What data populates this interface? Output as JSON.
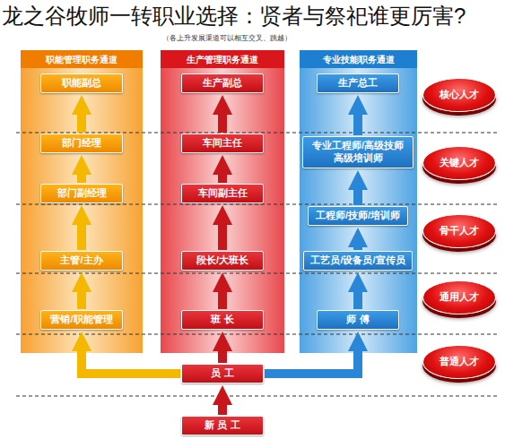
{
  "diagram": {
    "title": "龙之谷牧师一转职业选择：贤者与祭祀谁更厉害?",
    "nodes": [
      {
        "text": [
          "职能管理职务通道"
        ]
      },
      {
        "text": [
          "职能副总"
        ],
        "in": 0
      },
      {
        "text": [
          "部门经理"
        ],
        "in": 0
      },
      {
        "text": [
          "部门副经理"
        ],
        "in": 0
      },
      {
        "text": [
          "主管/主办"
        ],
        "in": 0
      },
      {
        "text": [
          "营销/职能管理"
        ],
        "in": 0
      },
      {
        "text": [
          "生产管理职务通道"
        ]
      },
      {
        "text": [
          "生产副总"
        ],
        "in": 6
      },
      {
        "text": [
          "车间主任"
        ],
        "in": 6
      },
      {
        "text": [
          "车间副主任"
        ],
        "in": 6
      },
      {
        "text": [
          "段长/大班长"
        ],
        "in": 6
      },
      {
        "text": [
          "班 长"
        ],
        "in": 6
      },
      {
        "text": [
          "专业技能职务通道"
        ]
      },
      {
        "text": [
          "生产总工"
        ],
        "in": 12
      },
      {
        "text": [
          "专业工程师/高级技师 高级培训师"
        ],
        "in": 12
      },
      {
        "text": [
          "工程师/技师/培训师"
        ],
        "in": 12
      },
      {
        "text": [
          "工艺员/设备员/宣传员"
        ],
        "in": 12
      },
      {
        "text": [
          "师 傅"
        ],
        "in": 12
      },
      {
        "text": [
          "员 工"
        ]
      },
      {
        "text": [
          "新 员 工"
        ]
      },
      {
        "text": [
          "核心人才"
        ]
      },
      {
        "text": [
          "关键人才"
        ]
      },
      {
        "text": [
          "骨干人才"
        ]
      },
      {
        "text": [
          "通用人才"
        ]
      },
      {
        "text": [
          "普通人才"
        ]
      }
    ],
    "edges": [
      {
        "from": 19,
        "to": 18,
        "arrow": "to"
      },
      {
        "from": 18,
        "to": 11,
        "arrow": "to"
      },
      {
        "from": 18,
        "to": 5,
        "arrow": "to"
      },
      {
        "from": 18,
        "to": 17,
        "arrow": "to"
      },
      {
        "from": 11,
        "to": 10,
        "arrow": "to"
      },
      {
        "from": 10,
        "to": 9,
        "arrow": "to"
      },
      {
        "from": 9,
        "to": 8,
        "arrow": "to"
      },
      {
        "from": 8,
        "to": 7,
        "arrow": "to"
      },
      {
        "from": 5,
        "to": 4,
        "arrow": "to"
      },
      {
        "from": 4,
        "to": 3,
        "arrow": "to"
      },
      {
        "from": 3,
        "to": 2,
        "arrow": "to"
      },
      {
        "from": 2,
        "to": 1,
        "arrow": "to"
      },
      {
        "from": 17,
        "to": 16,
        "arrow": "to"
      },
      {
        "from": 16,
        "to": 15,
        "arrow": "to"
      },
      {
        "from": 15,
        "to": 14,
        "arrow": "to"
      },
      {
        "from": 14,
        "to": 13,
        "arrow": "to"
      }
    ],
    "labels": [
      "（各上升发展渠道可以相互交叉、跳越）"
    ]
  }
}
